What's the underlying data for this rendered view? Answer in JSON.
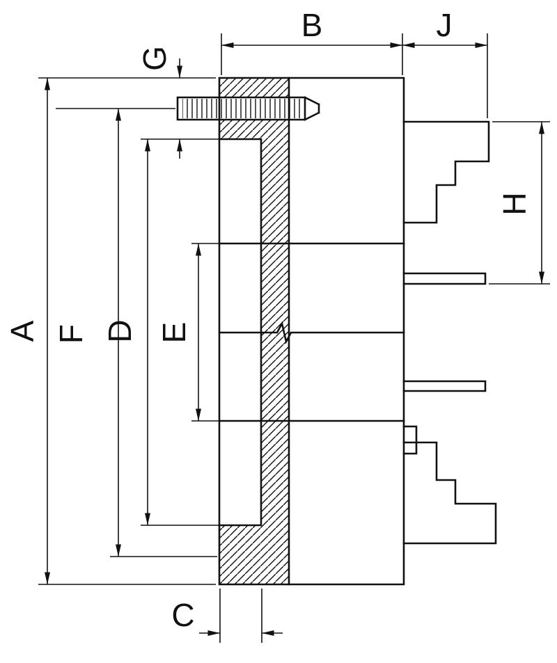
{
  "drawing": {
    "dimension_labels": {
      "A": "A",
      "B": "B",
      "C": "C",
      "D": "D",
      "E": "E",
      "F": "F",
      "G": "G",
      "H": "H",
      "J": "J"
    },
    "colors": {
      "line": "#111111",
      "background": "#ffffff"
    }
  }
}
